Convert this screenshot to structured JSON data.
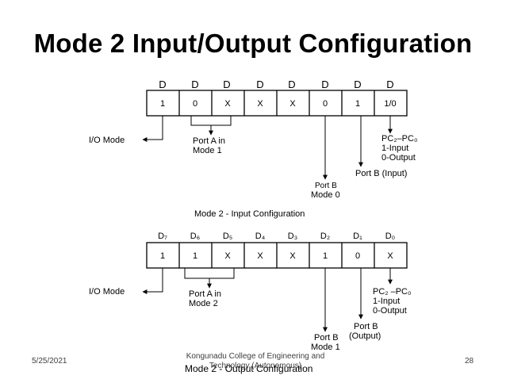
{
  "slide": {
    "title": "Mode 2 Input/Output Configuration",
    "footer_date": "5/25/2021",
    "footer_org_line1": "Kongunadu College of Engineering and",
    "footer_org_line2": "Technology (Autonomous)",
    "page_number": "28"
  },
  "input_config": {
    "bit_headers": [
      "D",
      "D",
      "D",
      "D",
      "D",
      "D",
      "D",
      "D"
    ],
    "cells": [
      "1",
      "0",
      "X",
      "X",
      "X",
      "0",
      "1",
      "1/0"
    ],
    "io_mode_label": "I/O Mode",
    "port_a_line1": "Port A in",
    "port_a_line2": "Mode 1",
    "port_b_line1": "Port B",
    "port_b_line2": "Mode 0",
    "port_b_input": "Port B (Input)",
    "pc_line1": "PC₂–PC₀",
    "pc_line2": "1-Input",
    "pc_line3": "0-Output",
    "caption": "Mode 2 - Input Configuration"
  },
  "output_config": {
    "bit_headers": [
      "D₇",
      "D₆",
      "D₅",
      "D₄",
      "D₃",
      "D₂",
      "D₁",
      "D₀"
    ],
    "cells": [
      "1",
      "1",
      "X",
      "X",
      "X",
      "1",
      "0",
      "X"
    ],
    "io_mode_label": "I/O Mode",
    "port_a_line1": "Port A in",
    "port_a_line2": "Mode 2",
    "port_b_line1": "Port B",
    "port_b_line2": "Mode 1",
    "port_b_output_line1": "Port B",
    "port_b_output_line2": "(Output)",
    "pc_line1": "PC₂ –PC₀",
    "pc_line2": "1-Input",
    "pc_line3": "0-Output",
    "caption": "Mode 2 - Output Configuration"
  }
}
